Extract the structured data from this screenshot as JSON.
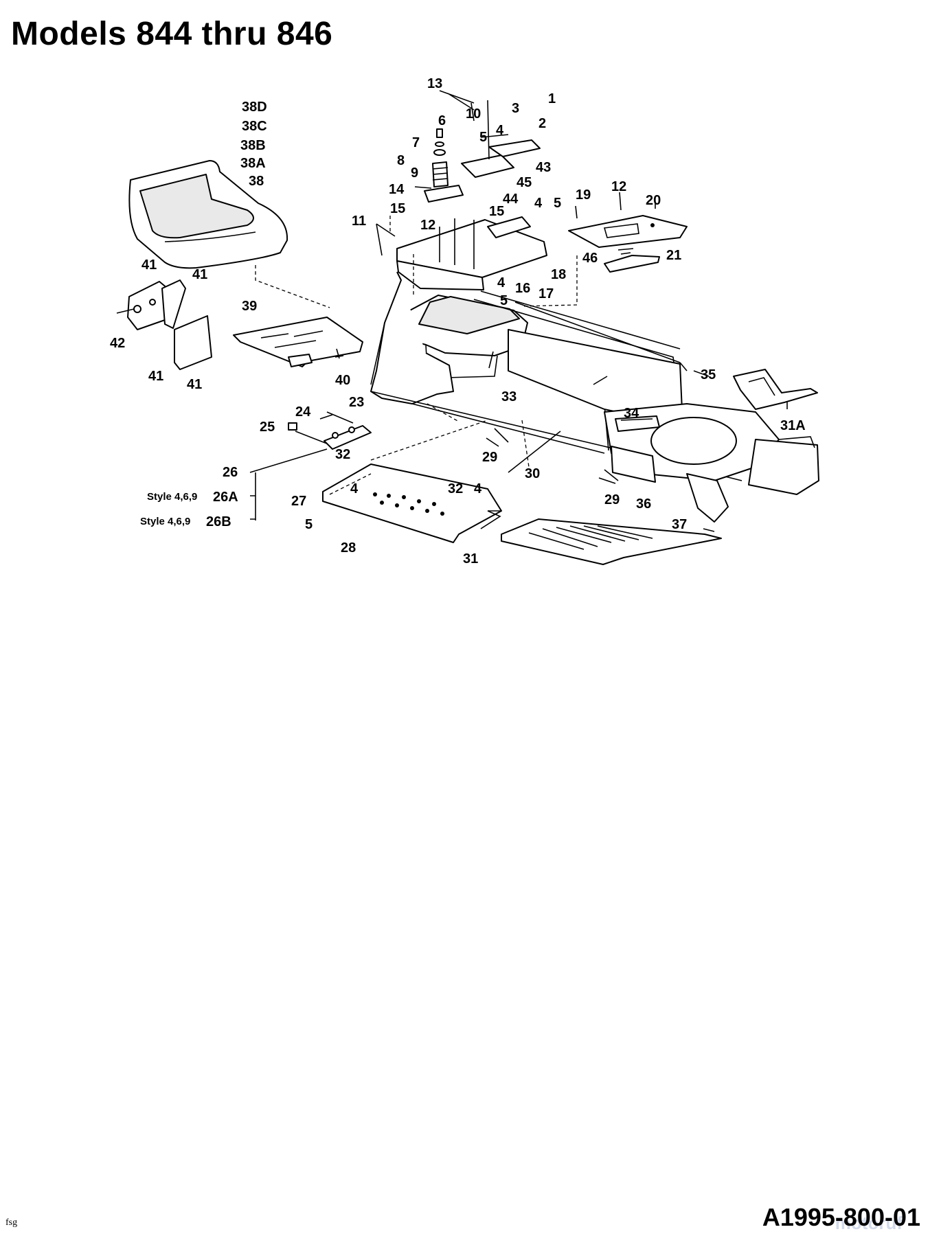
{
  "title": "Models 844 thru 846",
  "footer_left": "fsg",
  "footer_right": "A1995-800-01",
  "watermark": "motoruf",
  "style_label": "Style 4,6,9",
  "callouts": [
    "1",
    "2",
    "3",
    "4",
    "5",
    "6",
    "7",
    "8",
    "9",
    "10",
    "11",
    "12",
    "13",
    "14",
    "15",
    "16",
    "17",
    "18",
    "19",
    "20",
    "21",
    "23",
    "24",
    "25",
    "26",
    "26A",
    "26B",
    "27",
    "28",
    "29",
    "30",
    "31",
    "31A",
    "32",
    "33",
    "34",
    "35",
    "36",
    "37",
    "38",
    "38A",
    "38B",
    "38C",
    "38D",
    "39",
    "40",
    "41",
    "42",
    "43",
    "44",
    "45",
    "46"
  ]
}
